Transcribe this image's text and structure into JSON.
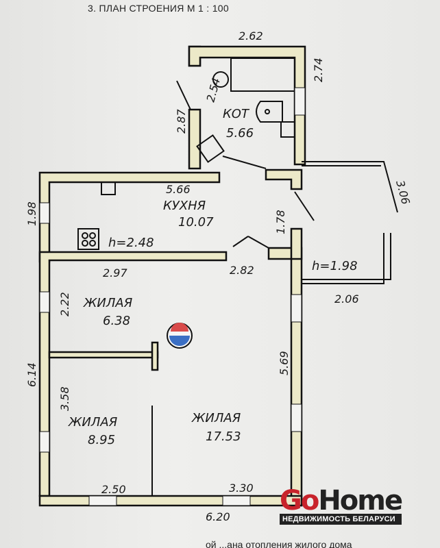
{
  "title": "3. ПЛАН СТРОЕНИЯ М 1 : 100",
  "rooms": {
    "boiler": {
      "name": "КОТ",
      "area": "5.66"
    },
    "kitchen": {
      "name": "КУХНЯ",
      "area": "10.07",
      "height": "h=2.48"
    },
    "living1": {
      "name": "ЖИЛАЯ",
      "area": "6.38"
    },
    "living2": {
      "name": "ЖИЛАЯ",
      "area": "8.95"
    },
    "living3": {
      "name": "ЖИЛАЯ",
      "area": "17.53"
    },
    "veranda": {
      "height": "h=1.98"
    }
  },
  "dimensions": {
    "boiler_top": "2.62",
    "boiler_right": "2.74",
    "boiler_left": "2.87",
    "boiler_inner": "2.54",
    "kitchen_width": "5.66",
    "kitchen_left": "1.98",
    "corridor": "1.78",
    "veranda_right": "3.06",
    "veranda_bottom": "2.06",
    "room1_top": "2.97",
    "room_top_right": "2.82",
    "room1_left": "2.22",
    "house_left": "6.14",
    "house_right": "5.69",
    "room2_left": "3.58",
    "bottom_left": "2.50",
    "bottom_right": "3.30",
    "house_bottom": "6.20"
  },
  "logo": {
    "brand_go": "Go",
    "brand_home": "Home",
    "tagline": "НЕДВИЖИМОСТЬ БЕЛАРУСИ"
  },
  "footer_text": "ой  ...ана  отопления  жилого  дома",
  "colors": {
    "brand_red": "#c8232b",
    "wall_fill": "#ece9c8"
  }
}
